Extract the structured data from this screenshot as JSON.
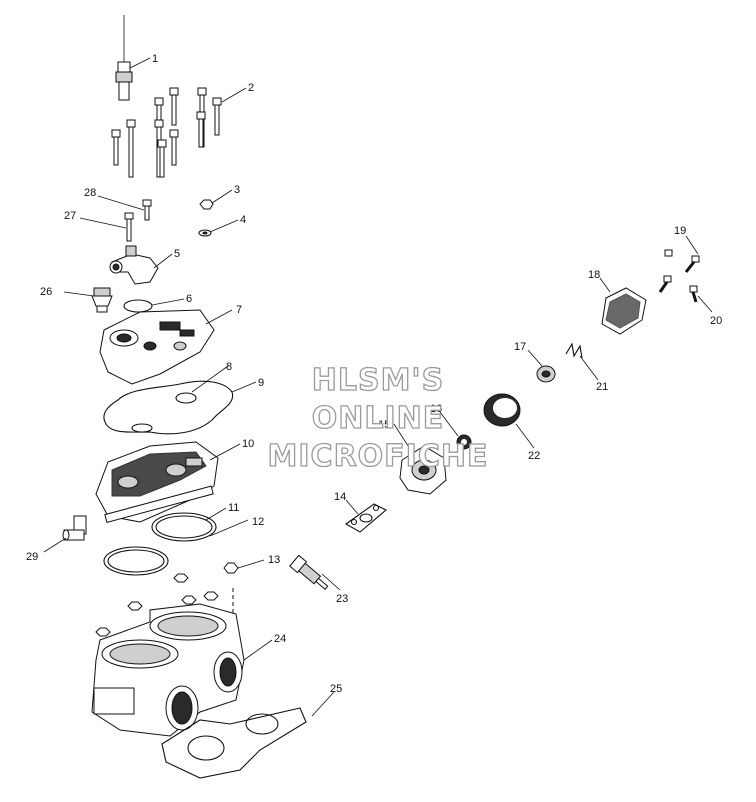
{
  "watermark": {
    "line1": "HLSM'S",
    "line2": "ONLINE",
    "line3": "MICROFICHE"
  },
  "callouts": [
    "1",
    "2",
    "3",
    "4",
    "5",
    "6",
    "7",
    "8",
    "9",
    "10",
    "11",
    "12",
    "13",
    "14",
    "15",
    "16",
    "17",
    "18",
    "19",
    "20",
    "21",
    "22",
    "23",
    "24",
    "25",
    "26",
    "27",
    "28",
    "29"
  ]
}
